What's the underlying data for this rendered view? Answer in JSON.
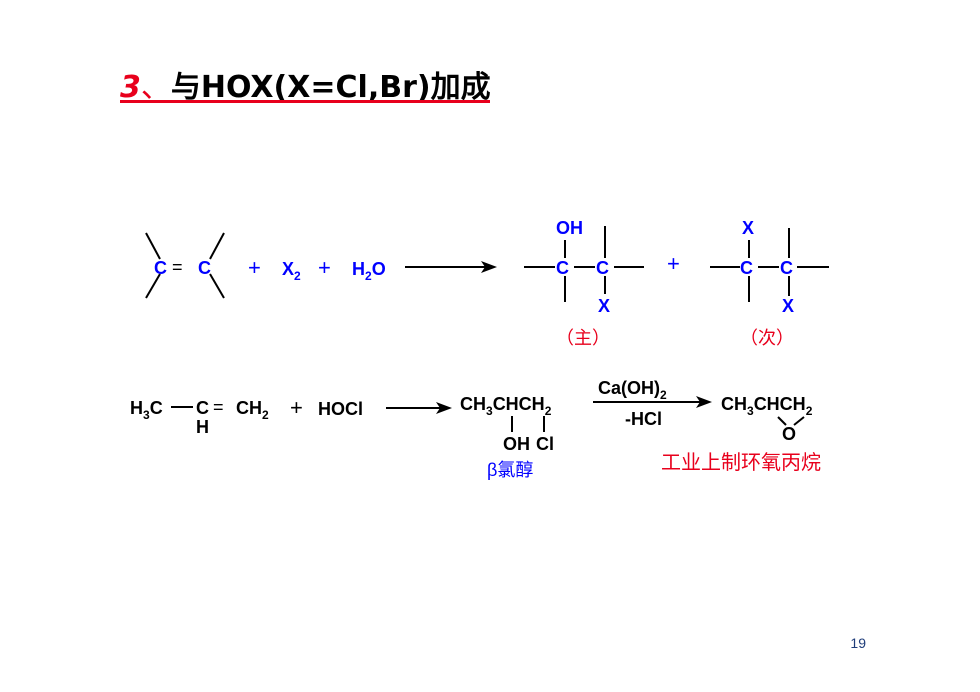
{
  "title": {
    "number": "3",
    "separator": "、",
    "text": "与HOX(X=Cl,Br)加成"
  },
  "colors": {
    "accent_red": "#e8001c",
    "chem_blue": "#0000ff",
    "text_black": "#000000"
  },
  "reaction1": {
    "alkene": {
      "left": "C",
      "bond": "=",
      "right": "C"
    },
    "plus1": "+",
    "x2": {
      "main": "X",
      "sub": "2"
    },
    "plus2": "+",
    "water": {
      "h": "H",
      "sub": "2",
      "o": "O"
    },
    "product_major": {
      "top": "OH",
      "c1": "C",
      "c2": "C",
      "bottom": "X",
      "label": "（主）"
    },
    "plus3": "+",
    "product_minor": {
      "top": "X",
      "c1": "C",
      "c2": "C",
      "bottom": "X",
      "label": "（次）"
    }
  },
  "reaction2": {
    "propene": {
      "h3": "H",
      "sub3": "3",
      "c": "C",
      "c_mid": "C",
      "h_below": "H",
      "eq": "=",
      "ch": "CH",
      "sub2": "2"
    },
    "plus": "+",
    "reagent": "HOCl",
    "intermediate": {
      "ch": "CH",
      "sub3": "3",
      "chch": "CHCH",
      "sub2": "2",
      "below_oh": "OH",
      "below_cl": "Cl",
      "name": "β氯醇"
    },
    "conditions": {
      "above_main": "Ca(OH)",
      "above_sub": "2",
      "below": "-HCl"
    },
    "product": {
      "ch": "CH",
      "sub3": "3",
      "chch": "CHCH",
      "sub2": "2",
      "bridge_o": "O",
      "note": "工业上制环氧丙烷"
    }
  },
  "page_number": "19"
}
